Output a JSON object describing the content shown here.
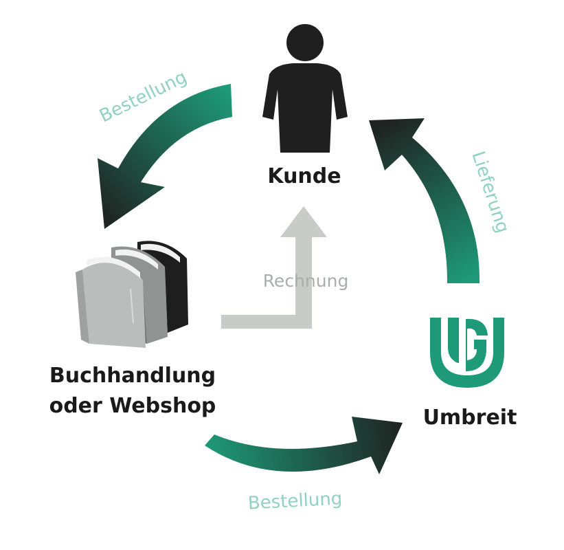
{
  "nodes": {
    "customer": {
      "label": "Kunde",
      "icon": "person-icon"
    },
    "bookstore": {
      "label_line1": "Buchhandlung",
      "label_line2": "oder Webshop",
      "icon": "books-icon"
    },
    "supplier": {
      "label": "Umbreit",
      "icon": "umbreit-logo"
    }
  },
  "edges": {
    "customer_to_bookstore": {
      "label": "Bestellung"
    },
    "bookstore_to_supplier": {
      "label": "Bestellung"
    },
    "supplier_to_customer": {
      "label": "Lieferung"
    },
    "bookstore_to_customer": {
      "label": "Rechnung"
    }
  },
  "colors": {
    "arrow_green": "#1e9a78",
    "arrow_dark": "#1f2321",
    "flow_label": "#8fd3bf",
    "invoice_gray": "#c8ccc9",
    "invoice_text": "#a9adab",
    "logo_green": "#1e9a78",
    "text_dark": "#1a1a1a"
  }
}
